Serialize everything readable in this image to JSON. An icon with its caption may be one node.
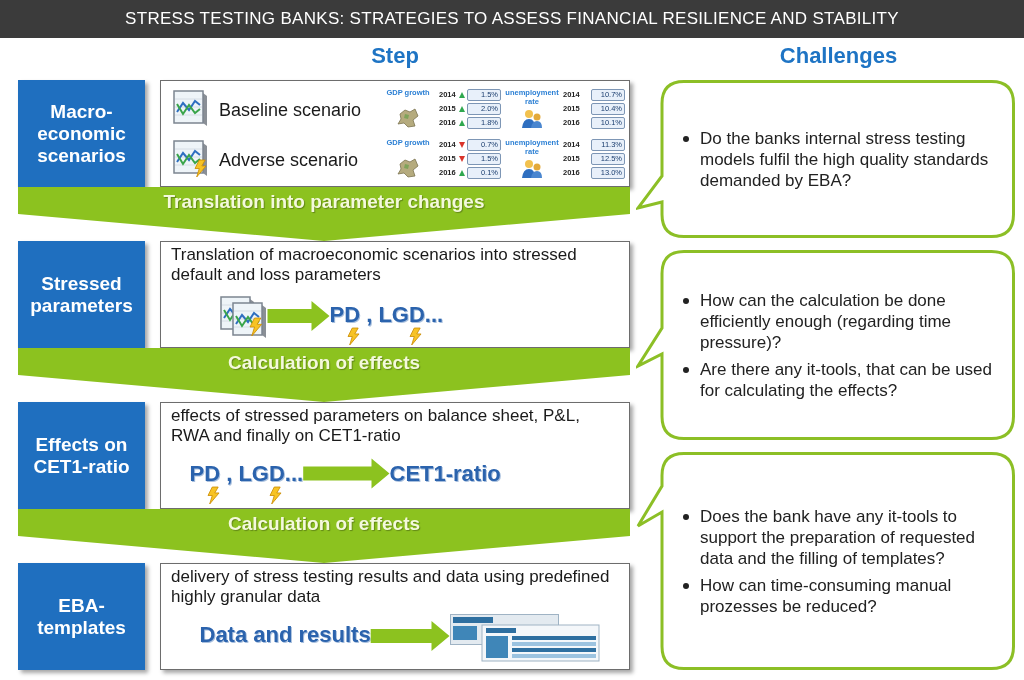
{
  "diagram": {
    "title": "STRESS TESTING BANKS: STRATEGIES TO ASSESS FINANCIAL RESILIENCE AND STABILITY",
    "nodes": [
      {
        "text": [
          "Macro-economic scenarios"
        ]
      },
      {
        "text": [
          "Baseline scenario",
          "GDP growth",
          "2014",
          "1.5%",
          "2015",
          "2.0%",
          "2016",
          "1.8%",
          "unemployment rate",
          "2014",
          "10.7%",
          "2015",
          "10.4%",
          "2016",
          "10.1%",
          "Adverse scenario",
          "GDP growth",
          "2014",
          "0.7%",
          "2015",
          "1.5%",
          "2016",
          "0.1%",
          "unemployment rate",
          "2014",
          "11.3%",
          "2015",
          "12.5%",
          "2016",
          "13.0%"
        ]
      },
      {
        "text": [
          "Stressed parameters"
        ]
      },
      {
        "text": [
          "Translation of macroeconomic scenarios into stressed default and loss parameters"
        ]
      },
      {
        "text": [],
        "shape": "picture",
        "in": 3
      },
      {
        "text": [
          "PD , LGD..."
        ],
        "in": 3
      },
      {
        "text": [
          "Effects on CET1-ratio"
        ]
      },
      {
        "text": [
          "effects of stressed parameters on balance sheet, P&L, RWA and finally on CET1-ratio"
        ]
      },
      {
        "text": [
          "PD , LGD..."
        ],
        "in": 7
      },
      {
        "text": [
          "CET1-ratio"
        ],
        "in": 7
      },
      {
        "text": [
          "EBA-templates"
        ]
      },
      {
        "text": [
          "delivery of stress testing results and data using predefined highly granular data"
        ]
      },
      {
        "text": [
          "Data and results"
        ],
        "in": 11
      },
      {
        "text": [],
        "shape": "picture",
        "in": 11
      },
      {
        "text": [
          "Do the banks internal stress testing models fulfil the high quality standards demanded by EBA?"
        ]
      },
      {
        "text": [
          "How can the calculation be done efficiently enough (regarding time pressure)?",
          "Are there any it-tools, that can be used for calculating the effects?"
        ]
      },
      {
        "text": [
          "Does the bank have any it-tools to support the preparation of requested data and the filling of templates?",
          "How can time-consuming manual prozesses be reduced?"
        ]
      }
    ],
    "edges": [
      {
        "from": 1,
        "to": 3,
        "arrow": "to",
        "label": "Translation into parameter changes"
      },
      {
        "from": 3,
        "to": 7,
        "arrow": "to",
        "label": "Calculation of effects"
      },
      {
        "from": 7,
        "to": 11,
        "arrow": "to",
        "label": "Calculation of effects"
      },
      {
        "from": 4,
        "to": 5,
        "arrow": "to"
      },
      {
        "from": 8,
        "to": 9,
        "arrow": "to"
      },
      {
        "from": 12,
        "to": 13,
        "arrow": "to"
      }
    ],
    "labels": [
      "Step",
      "Challenges"
    ]
  }
}
